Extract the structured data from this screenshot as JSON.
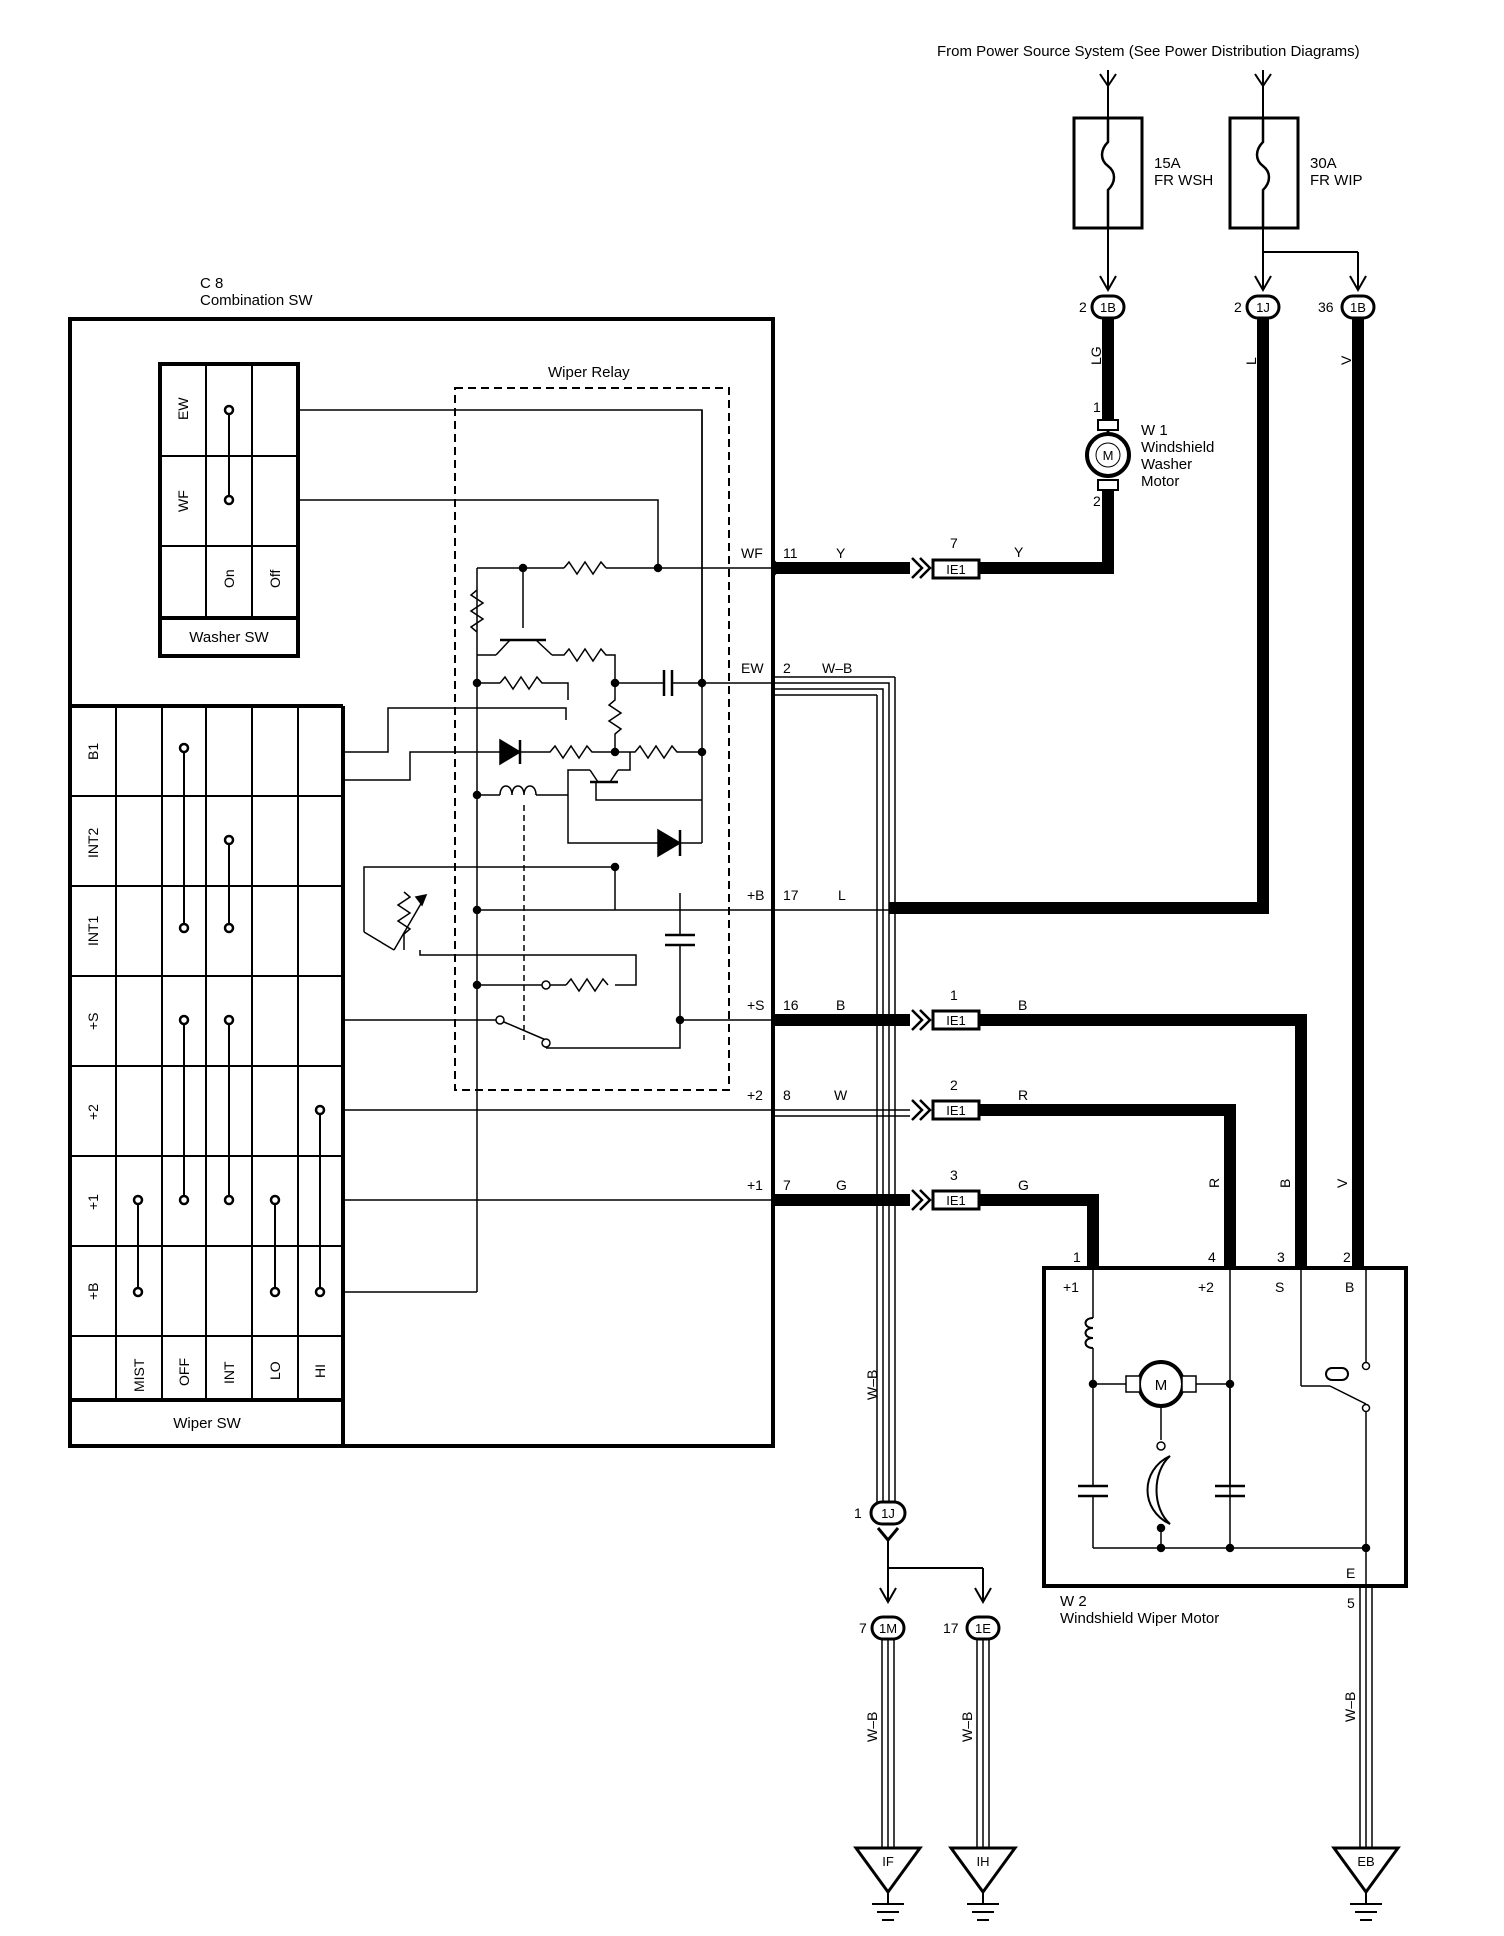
{
  "source_note": "From Power Source System (See Power Distribution Diagrams)",
  "fuses": [
    {
      "rating": "15A",
      "name": "FR WSH"
    },
    {
      "rating": "30A",
      "name": "FR WIP"
    }
  ],
  "combination_sw": {
    "code": "C 8",
    "name": "Combination SW"
  },
  "washer_sw": {
    "title": "Washer SW",
    "rows": [
      "EW",
      "WF"
    ],
    "columns": [
      "On",
      "Off"
    ]
  },
  "wiper_relay": {
    "title": "Wiper Relay"
  },
  "wiper_sw": {
    "title": "Wiper SW",
    "rows": [
      "B1",
      "INT2",
      "INT1",
      "+S",
      "+2",
      "+1",
      "+B"
    ],
    "columns": [
      "MIST",
      "OFF",
      "INT",
      "LO",
      "HI"
    ]
  },
  "washer_motor": {
    "code": "W 1",
    "line1": "Windshield",
    "line2": "Washer",
    "line3": "Motor",
    "motor_symbol": "M",
    "pin1": "1",
    "pin2": "2"
  },
  "wiper_motor": {
    "code": "W 2",
    "name": "Windshield Wiper Motor",
    "motor_symbol": "M",
    "terminals": [
      "+1",
      "+2",
      "S",
      "B",
      "E"
    ],
    "pins": [
      "1",
      "4",
      "3",
      "2",
      "5"
    ]
  },
  "connectors": {
    "top_1B_wsh": {
      "pin": "2",
      "id": "1B"
    },
    "top_1J": {
      "pin": "2",
      "id": "1J"
    },
    "top_1B_v": {
      "pin": "36",
      "id": "1B"
    },
    "ground_1J": {
      "pin": "1",
      "id": "1J"
    },
    "ground_1M": {
      "pin": "7",
      "id": "1M"
    },
    "ground_1E": {
      "pin": "17",
      "id": "1E"
    }
  },
  "ie1": [
    {
      "pin": "7",
      "id": "IE1"
    },
    {
      "pin": "1",
      "id": "IE1"
    },
    {
      "pin": "2",
      "id": "IE1"
    },
    {
      "pin": "3",
      "id": "IE1"
    }
  ],
  "terminals": [
    {
      "name": "WF",
      "pin": "11",
      "color": "Y"
    },
    {
      "name": "EW",
      "pin": "2",
      "color": "W–B"
    },
    {
      "name": "+B",
      "pin": "17",
      "color": "L"
    },
    {
      "name": "+S",
      "pin": "16",
      "color": "B"
    },
    {
      "name": "+2",
      "pin": "8",
      "color": "W"
    },
    {
      "name": "+1",
      "pin": "7",
      "color": "G"
    }
  ],
  "wire_colors": {
    "lg": "LG",
    "l": "L",
    "v": "V",
    "wf_after": "Y",
    "s_after": "B",
    "p2_after": "R",
    "p1_after": "G",
    "r_vert": "R",
    "b_vert": "B",
    "v_vert": "V",
    "wb_vert": "W–B",
    "wb_1m": "W–B",
    "wb_1e": "W–B",
    "wb_eb": "W–B"
  },
  "grounds": [
    "IF",
    "IH",
    "EB"
  ]
}
